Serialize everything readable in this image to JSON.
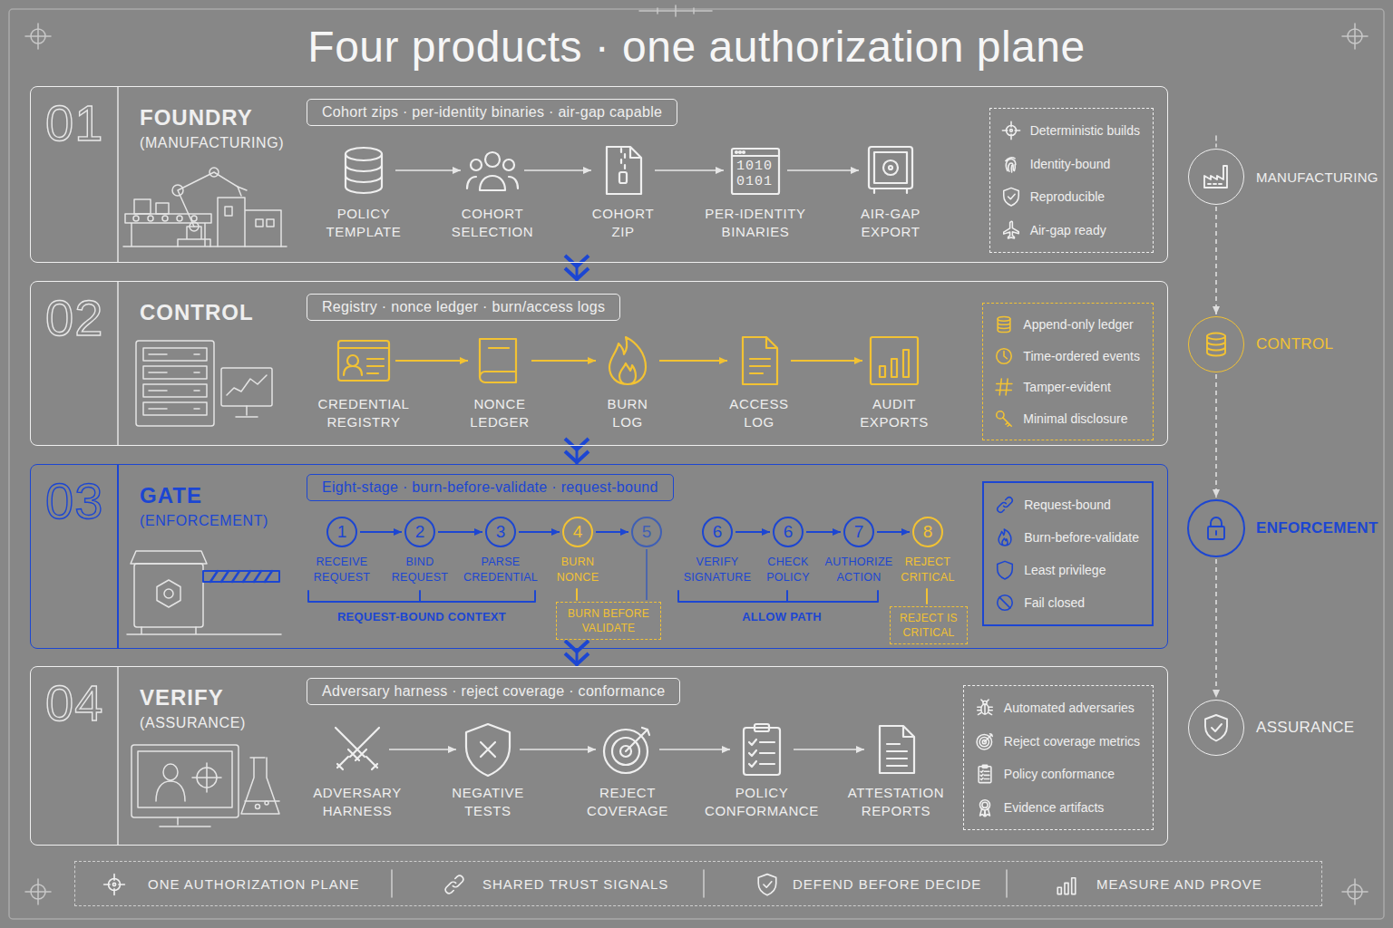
{
  "diagram": {
    "title": "Four products · one authorization plane",
    "nodes": [
      {
        "text": [
          "01",
          "FOUNDRY",
          "(MANUFACTURING)"
        ]
      },
      {
        "text": [
          "Cohort zips · per-identity binaries · air-gap capable"
        ],
        "in": 0
      },
      {
        "text": [
          "POLICY TEMPLATE"
        ],
        "in": 0
      },
      {
        "text": [
          "COHORT SELECTION"
        ],
        "in": 0
      },
      {
        "text": [
          "COHORT ZIP"
        ],
        "in": 0
      },
      {
        "text": [
          "PER-IDENTITY BINARIES"
        ],
        "in": 0
      },
      {
        "text": [
          "AIR-GAP EXPORT"
        ],
        "in": 0
      },
      {
        "text": [
          "Deterministic builds",
          "Identity-bound",
          "Reproducible",
          "Air-gap ready"
        ],
        "in": 0
      },
      {
        "text": [
          "02",
          "CONTROL"
        ]
      },
      {
        "text": [
          "Registry · nonce ledger · burn/access logs"
        ],
        "in": 8
      },
      {
        "text": [
          "CREDENTIAL REGISTRY"
        ],
        "in": 8
      },
      {
        "text": [
          "NONCE LEDGER"
        ],
        "in": 8
      },
      {
        "text": [
          "BURN LOG"
        ],
        "in": 8
      },
      {
        "text": [
          "ACCESS LOG"
        ],
        "in": 8
      },
      {
        "text": [
          "AUDIT EXPORTS"
        ],
        "in": 8
      },
      {
        "text": [
          "Append-only ledger",
          "Time-ordered events",
          "Tamper-evident",
          "Minimal disclosure"
        ],
        "in": 8
      },
      {
        "text": [
          "03",
          "GATE",
          "(ENFORCEMENT)"
        ]
      },
      {
        "text": [
          "Eight-stage · burn-before-validate · request-bound"
        ],
        "in": 16
      },
      {
        "text": [
          "1",
          "RECEIVE REQUEST"
        ],
        "in": 16
      },
      {
        "text": [
          "2",
          "BIND REQUEST"
        ],
        "in": 16
      },
      {
        "text": [
          "3",
          "PARSE CREDENTIAL"
        ],
        "in": 16
      },
      {
        "text": [
          "4",
          "BURN NONCE"
        ],
        "in": 16
      },
      {
        "text": [
          "5"
        ],
        "in": 16
      },
      {
        "text": [
          "6",
          "VERIFY SIGNATURE"
        ],
        "in": 16
      },
      {
        "text": [
          "6",
          "CHECK POLICY"
        ],
        "in": 16
      },
      {
        "text": [
          "7",
          "AUTHORIZE ACTION"
        ],
        "in": 16
      },
      {
        "text": [
          "8",
          "REJECT CRITICAL"
        ],
        "in": 16
      },
      {
        "text": [
          "BURN BEFORE VALIDATE"
        ],
        "in": 16
      },
      {
        "text": [
          "REJECT IS CRITICAL"
        ],
        "in": 16
      },
      {
        "text": [
          "Request-bound",
          "Burn-before-validate",
          "Least privilege",
          "Fail closed"
        ],
        "in": 16
      },
      {
        "text": [
          "04",
          "VERIFY",
          "(ASSURANCE)"
        ]
      },
      {
        "text": [
          "Adversary harness · reject coverage · conformance"
        ],
        "in": 30
      },
      {
        "text": [
          "ADVERSARY HARNESS"
        ],
        "in": 30
      },
      {
        "text": [
          "NEGATIVE TESTS"
        ],
        "in": 30
      },
      {
        "text": [
          "REJECT COVERAGE"
        ],
        "in": 30
      },
      {
        "text": [
          "POLICY CONFORMANCE"
        ],
        "in": 30
      },
      {
        "text": [
          "ATTESTATION REPORTS"
        ],
        "in": 30
      },
      {
        "text": [
          "Automated adversaries",
          "Reject coverage metrics",
          "Policy conformance",
          "Evidence artifacts"
        ],
        "in": 30
      },
      {
        "text": [
          "MANUFACTURING"
        ]
      },
      {
        "text": [
          "CONTROL"
        ]
      },
      {
        "text": [
          "ENFORCEMENT"
        ]
      },
      {
        "text": [
          "ASSURANCE"
        ]
      },
      {
        "text": [
          "ONE AUTHORIZATION PLANE",
          "SHARED TRUST SIGNALS",
          "DEFEND BEFORE DECIDE",
          "MEASURE AND PROVE"
        ]
      }
    ],
    "edges": [
      {
        "from": 2,
        "to": 3,
        "arrow": "to"
      },
      {
        "from": 3,
        "to": 4,
        "arrow": "to"
      },
      {
        "from": 4,
        "to": 5,
        "arrow": "to"
      },
      {
        "from": 5,
        "to": 6,
        "arrow": "to"
      },
      {
        "from": 10,
        "to": 11,
        "arrow": "to"
      },
      {
        "from": 11,
        "to": 12,
        "arrow": "to"
      },
      {
        "from": 12,
        "to": 13,
        "arrow": "to"
      },
      {
        "from": 13,
        "to": 14,
        "arrow": "to"
      },
      {
        "from": 18,
        "to": 19,
        "arrow": "to"
      },
      {
        "from": 19,
        "to": 20,
        "arrow": "to"
      },
      {
        "from": 20,
        "to": 21,
        "arrow": "to"
      },
      {
        "from": 21,
        "to": 22,
        "arrow": "to"
      },
      {
        "from": 23,
        "to": 24,
        "arrow": "to"
      },
      {
        "from": 24,
        "to": 25,
        "arrow": "to"
      },
      {
        "from": 25,
        "to": 26,
        "arrow": "to"
      },
      {
        "from": 22,
        "to": 27,
        "arrow": "none"
      },
      {
        "from": 32,
        "to": 33,
        "arrow": "to"
      },
      {
        "from": 33,
        "to": 34,
        "arrow": "to"
      },
      {
        "from": 34,
        "to": 35,
        "arrow": "to"
      },
      {
        "from": 35,
        "to": 36,
        "arrow": "to"
      },
      {
        "from": 38,
        "to": 39,
        "arrow": "to"
      },
      {
        "from": 39,
        "to": 40,
        "arrow": "to"
      },
      {
        "from": 40,
        "to": 41,
        "arrow": "to"
      },
      {
        "from": 0,
        "to": 8,
        "arrow": "to"
      },
      {
        "from": 8,
        "to": 16,
        "arrow": "to"
      },
      {
        "from": 16,
        "to": 30,
        "arrow": "to"
      }
    ],
    "labels": [
      "REQUEST-BOUND CONTEXT",
      "ALLOW PATH",
      "1010",
      "0101"
    ]
  }
}
